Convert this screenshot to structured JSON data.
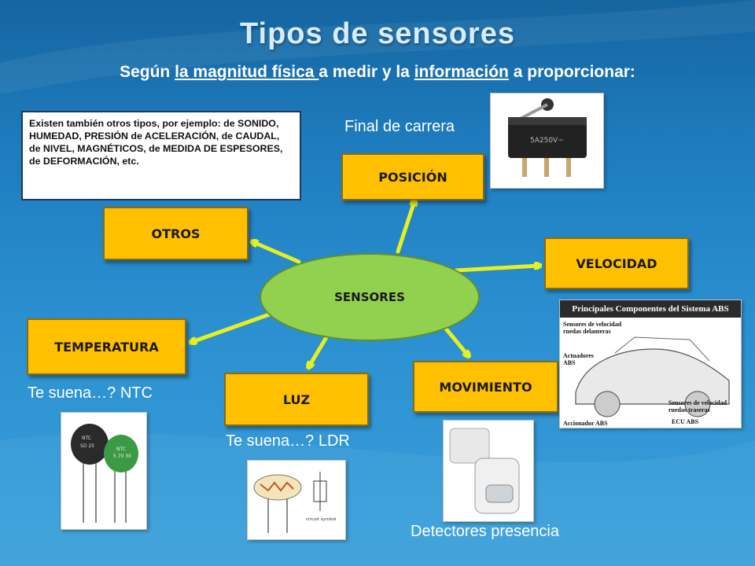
{
  "title": "Tipos de sensores",
  "subtitle": {
    "part1": "Según ",
    "underline1": "la magnitud física ",
    "part2": "a medir y la ",
    "underline2": "información",
    "part3": " a proporcionar:"
  },
  "note": "Existen también otros tipos, por ejemplo: de SONIDO, HUMEDAD, PRESIÓN de ACELERACIÓN, de CAUDAL, de NIVEL, MAGNÉTICOS, de MEDIDA DE ESPESORES, de DEFORMACIÓN, etc.",
  "center": "SENSORES",
  "boxes": {
    "posicion": "POSICIÓN",
    "otros": "OTROS",
    "velocidad": "VELOCIDAD",
    "temperatura": "TEMPERATURA",
    "luz": "LUZ",
    "movimiento": "MOVIMIENTO"
  },
  "captions": {
    "final_carrera": "Final de carrera",
    "ntc": "Te suena…? NTC",
    "ldr": "Te suena…? LDR",
    "presencia": "Detectores presencia"
  },
  "photos": {
    "switch_text": "5A250V~",
    "ntc_labels": [
      "NTC",
      "5D 25",
      "NTC",
      "5 70 30"
    ],
    "ldr_label": "circuit symbol",
    "abs": {
      "title": "Principales Componentes del Sistema ABS",
      "label1": "Sensores de velocidad ruedas delanteras",
      "label2": "Actuadores ABS",
      "label3": "Sensores de velocidad ruedas traseras",
      "label4": "ECU ABS",
      "label5": "Accionador ABS"
    }
  },
  "colors": {
    "box": "#ffc000",
    "ellipse": "#92d050",
    "arrow": "#e6f020",
    "title": "#d7ecfa"
  }
}
